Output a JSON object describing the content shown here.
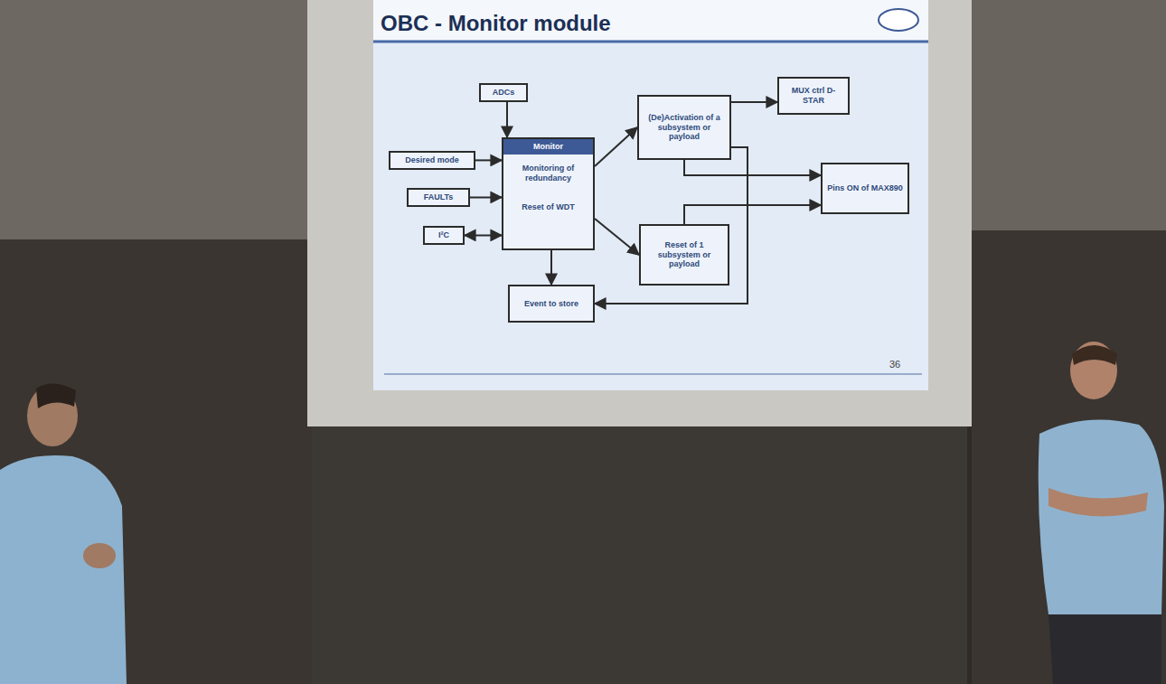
{
  "diagram": {
    "title": "OBC - Monitor module",
    "nodes": [
      {
        "text": [
          "ADCs"
        ]
      },
      {
        "text": [
          "Desired mode"
        ]
      },
      {
        "text": [
          "FAULTs"
        ]
      },
      {
        "text": [
          "I²C"
        ]
      },
      {
        "text": [
          "Monitor",
          "Monitoring of redundancy",
          "Reset of WDT"
        ]
      },
      {
        "text": [
          "Event to store"
        ]
      },
      {
        "text": [
          "(De)Activation of a subsystem or payload"
        ]
      },
      {
        "text": [
          "MUX ctrl D-STAR"
        ]
      },
      {
        "text": [
          "Pins ON of MAX890"
        ]
      },
      {
        "text": [
          "Reset of 1 subsystem or payload"
        ]
      }
    ],
    "edges": [
      {
        "from": 0,
        "to": 4,
        "arrow": "to"
      },
      {
        "from": 1,
        "to": 4,
        "arrow": "to"
      },
      {
        "from": 2,
        "to": 4,
        "arrow": "to"
      },
      {
        "from": 3,
        "to": 4,
        "arrow": "both"
      },
      {
        "from": 4,
        "to": 6,
        "arrow": "to"
      },
      {
        "from": 4,
        "to": 9,
        "arrow": "to"
      },
      {
        "from": 4,
        "to": 5,
        "arrow": "to"
      },
      {
        "from": 6,
        "to": 7,
        "arrow": "to"
      },
      {
        "from": 6,
        "to": 8,
        "arrow": "to"
      },
      {
        "from": 9,
        "to": 8,
        "arrow": "to"
      },
      {
        "from": 6,
        "to": 5,
        "arrow": "to"
      }
    ],
    "labels": [
      "36"
    ]
  }
}
